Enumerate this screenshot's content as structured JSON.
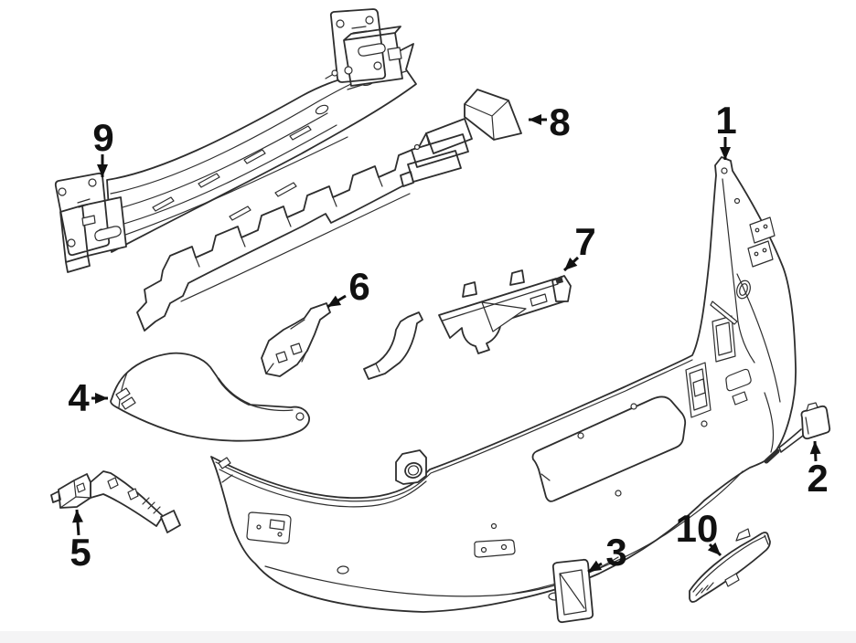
{
  "theme": {
    "background": "#ffffff",
    "line_color": "#2e2e2e",
    "label_color": "#111111",
    "footer_bar_color": "#f4f4f5"
  },
  "diagram": {
    "callouts": [
      {
        "num": "1"
      },
      {
        "num": "2"
      },
      {
        "num": "3"
      },
      {
        "num": "4"
      },
      {
        "num": "5"
      },
      {
        "num": "6"
      },
      {
        "num": "7"
      },
      {
        "num": "8"
      },
      {
        "num": "9"
      },
      {
        "num": "10"
      }
    ]
  }
}
